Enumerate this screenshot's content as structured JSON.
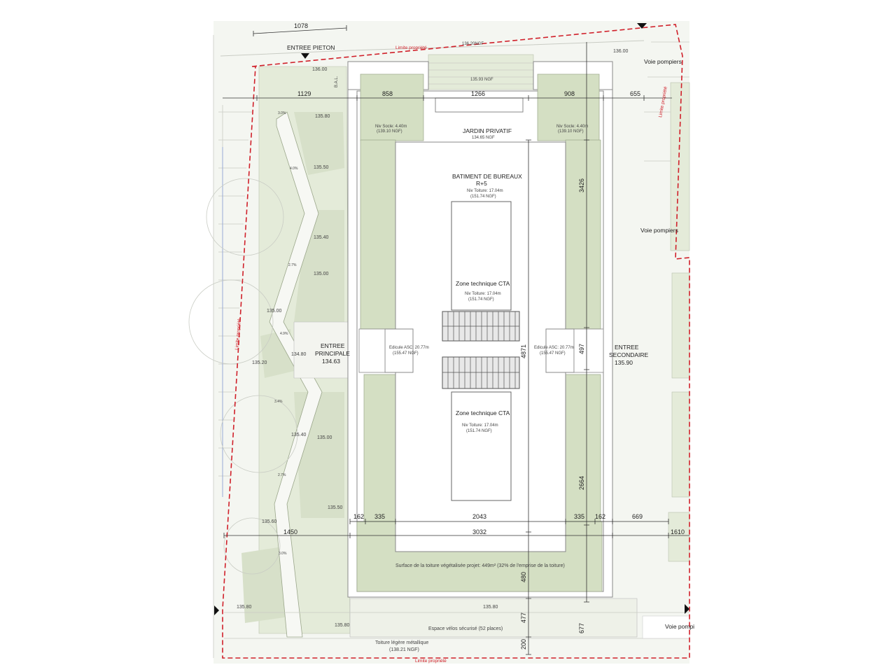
{
  "colors": {
    "property_line": "#d0202a",
    "green_roof": "#d4dfc3",
    "landscape": "#e8eedf",
    "building_outline": "#888888"
  },
  "labels": {
    "entree_pieton": "ENTREE PIETON",
    "bal": "B.A.L.",
    "limite_top": "Limite propriété",
    "limite_right": "Limite propriété",
    "limite_left": "Limite propriété",
    "limite_bottom": "Limite propriété",
    "ngf_top": "136.20NGF",
    "voie_pompiers_1": "Voie pompiers",
    "voie_pompiers_2": "Voie pompiers",
    "voie_pompiers_3": "Voie pompi",
    "niv_socle_left": "Niv Socle: 4.40m",
    "niv_socle_left_ngf": "(139.10 NGF)",
    "niv_socle_right": "Niv Socle: 4.40m",
    "niv_socle_right_ngf": "(139.10 NGF)",
    "jardin_privatif": "JARDIN PRIVATIF",
    "jardin_ngf": "134.65 NGF",
    "top_court_ngf": "135.93 NGF",
    "batiment_line1": "BATIMENT DE BUREAUX",
    "batiment_line2": "R+5",
    "batiment_niv": "Niv Toiture: 17.04m",
    "batiment_ngf": "(151.74 NGF)",
    "zone1_title": "Zone technique CTA",
    "zone1_niv": "Niv Toiture: 17.04m",
    "zone1_ngf": "(151.74 NGF)",
    "zone2_title": "Zone technique CTA",
    "zone2_niv": "Niv Toiture: 17.04m",
    "zone2_ngf": "(151.74 NGF)",
    "edicule_left": "Edicule ASC: 20.77m",
    "edicule_left_ngf": "(155.47 NGF)",
    "edicule_right": "Edicule ASC: 20.77m",
    "edicule_right_ngf": "(155.47 NGF)",
    "entree_principale_1": "ENTREE",
    "entree_principale_2": "PRINCIPALE",
    "entree_principale_ngf": "134.63",
    "entree_secondaire_1": "ENTREE",
    "entree_secondaire_2": "SECONDAIRE",
    "entree_secondaire_ngf": "135.90",
    "surface_toiture": "Surface de la toiture végétalisée projet: 449m² (32% de l'emprise de la toiture)",
    "espace_velos": "Espace vélos sécurisé (52 places)",
    "toiture_legere": "Toiture légère métallique",
    "toiture_legere_ngf": "(138.21 NGF)"
  },
  "levels": {
    "l136_00_a": "136.00",
    "l136_00_b": "136.00",
    "l135_80_a": "135.80",
    "l135_50_a": "135.50",
    "l135_40_a": "135.40",
    "l135_00_a": "135.00",
    "l135_00_b": "135.00",
    "l134_80": "134.80",
    "l135_20": "135.20",
    "l135_40_b": "135.40",
    "l135_00_c": "135.00",
    "l135_50_b": "135.50",
    "l135_60": "135.60",
    "l135_80_b": "135.80",
    "l135_80_c": "135.80",
    "l135_80_d": "135.80"
  },
  "slopes": {
    "s1": "3.0%",
    "s2": "4.0%",
    "s3": "2.7%",
    "s4": "4.9%",
    "s5": "3.4%",
    "s6": "2.7%",
    "s7": "3.0%"
  },
  "dimensions": {
    "d1078": "1078",
    "d1129": "1129",
    "d858": "858",
    "d1266": "1266",
    "d908": "908",
    "d655": "655",
    "d3426": "3426",
    "d4871": "4871",
    "d497": "497",
    "d2664": "2664",
    "d162_a": "162",
    "d335_a": "335",
    "d2043": "2043",
    "d335_b": "335",
    "d162_b": "162",
    "d669": "669",
    "d1450": "1450",
    "d3032": "3032",
    "d1610": "1610",
    "d480": "480",
    "d477": "477",
    "d677": "677",
    "d200": "200"
  }
}
